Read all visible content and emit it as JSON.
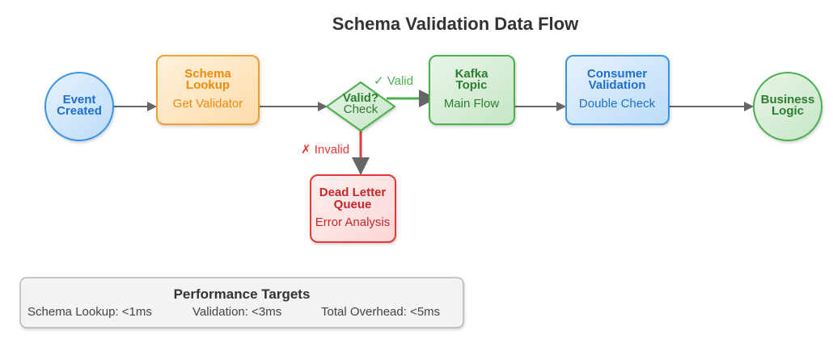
{
  "title": "Schema Validation Data Flow",
  "nodes": {
    "event": {
      "line1": "Event",
      "line2": "Created",
      "color": "#1e6fd0",
      "fill": "#cfe6fb",
      "stroke": "#3a93e6"
    },
    "schema": {
      "line1": "Schema",
      "line2": "Lookup",
      "sub": "Get Validator",
      "color": "#f08a0c",
      "fill": "#fde6c4",
      "stroke": "#f0a030"
    },
    "decision": {
      "line1": "Valid?",
      "line2": "Check",
      "color": "#2e7d32",
      "fill": "#d3ecd3",
      "stroke": "#4caf50"
    },
    "kafka": {
      "line1": "Kafka",
      "line2": "Topic",
      "sub": "Main Flow",
      "color": "#2e7d32",
      "fill": "#d5ecd5",
      "stroke": "#4caf50"
    },
    "consumer": {
      "line1": "Consumer",
      "line2": "Validation",
      "sub": "Double Check",
      "color": "#1e6fd0",
      "fill": "#cfe6fb",
      "stroke": "#3a93e6"
    },
    "business": {
      "line1": "Business",
      "line2": "Logic",
      "color": "#2e7d32",
      "fill": "#d5ecd5",
      "stroke": "#4caf50"
    },
    "dlq": {
      "line1": "Dead Letter",
      "line2": "Queue",
      "sub": "Error Analysis",
      "color": "#c62828",
      "fill": "#fde3e3",
      "stroke": "#e53935"
    }
  },
  "edges": {
    "valid_label": "✓ Valid",
    "invalid_label": "✗ Invalid",
    "valid_color": "#4caf50",
    "invalid_color": "#e53935",
    "default_color": "#666666"
  },
  "performance": {
    "heading": "Performance Targets",
    "items": [
      "Schema Lookup: <1ms",
      "Validation: <3ms",
      "Total Overhead: <5ms"
    ]
  }
}
